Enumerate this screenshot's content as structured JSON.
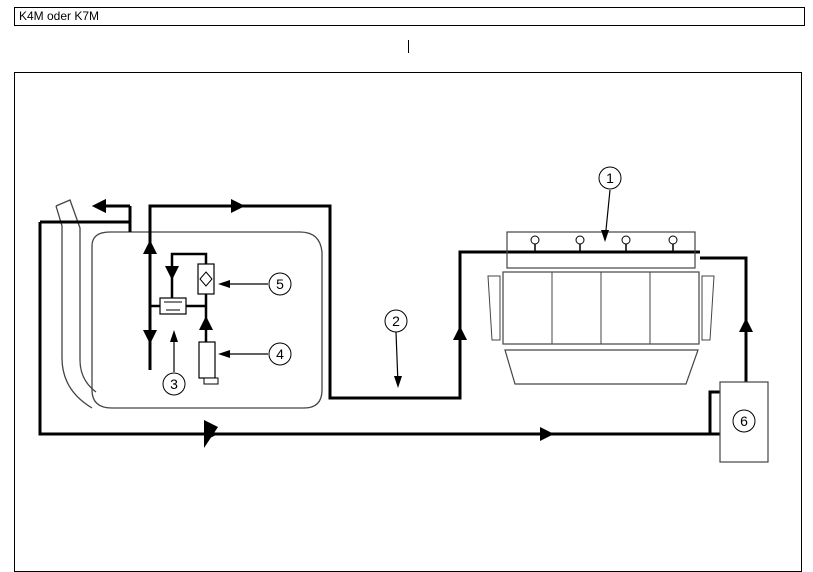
{
  "header": {
    "title": "K4M oder K7M"
  },
  "callouts": [
    {
      "id": "1",
      "label": "1"
    },
    {
      "id": "2",
      "label": "2"
    },
    {
      "id": "3",
      "label": "3"
    },
    {
      "id": "4",
      "label": "4"
    },
    {
      "id": "5",
      "label": "5"
    },
    {
      "id": "6",
      "label": "6"
    }
  ]
}
